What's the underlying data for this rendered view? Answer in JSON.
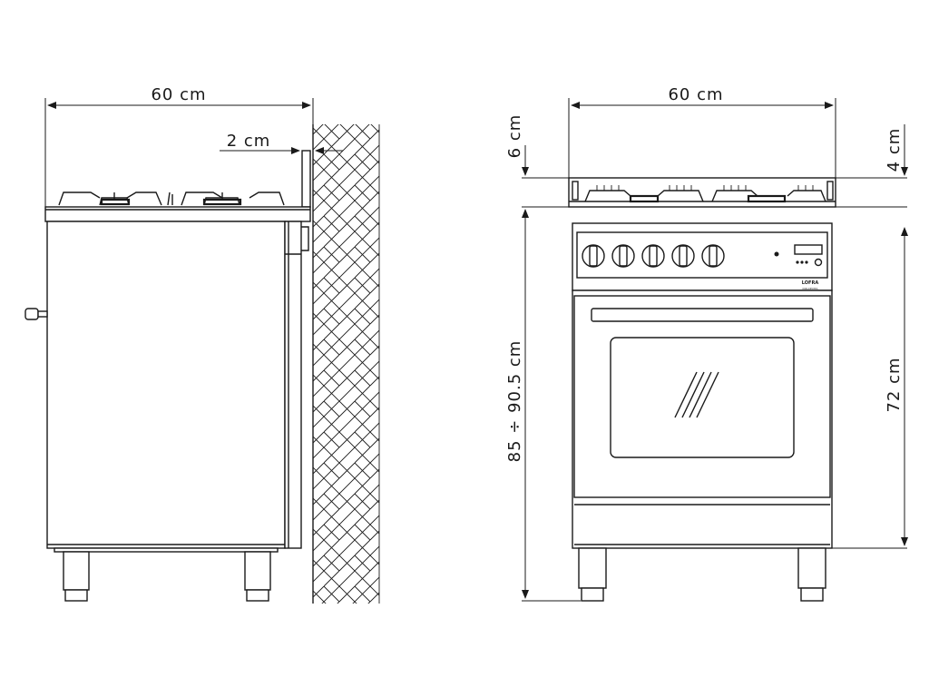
{
  "side_view": {
    "width_label": "60 cm",
    "wall_gap_label": "2 cm"
  },
  "front_view": {
    "width_label": "60 cm",
    "top_label": "6 cm",
    "lid_label": "4 cm",
    "height_label": "85 ÷ 90.5 cm",
    "body_label": "72 cm",
    "brand": "LOFRA",
    "brand_sub": "DOLCEVITA"
  }
}
